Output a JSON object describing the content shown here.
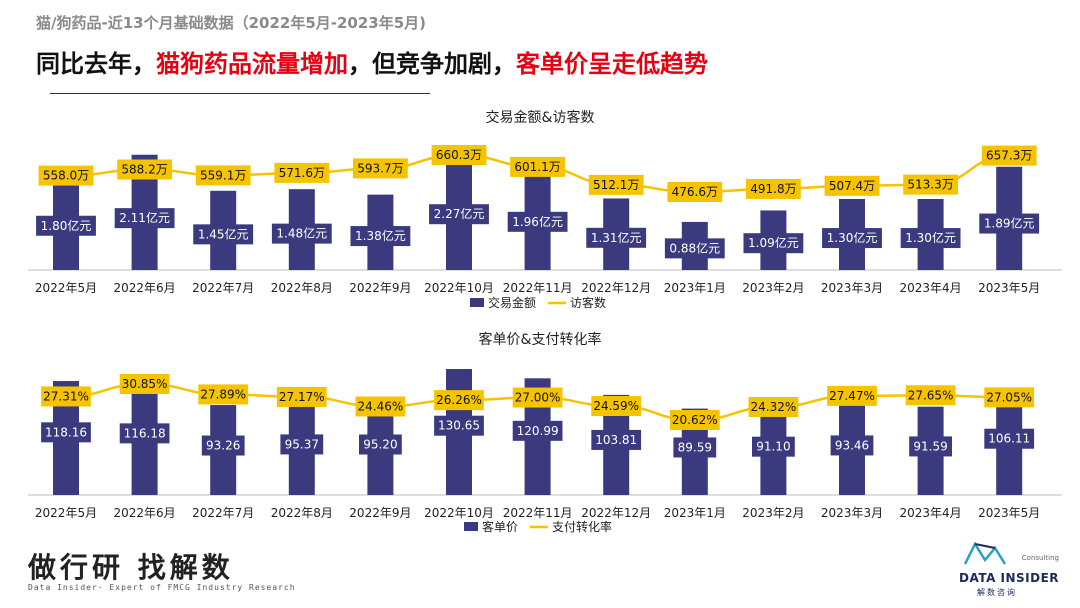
{
  "header": {
    "subtitle": "猫/狗药品-近13个月基础数据（2022年5月-2023年5月)",
    "headline_part1": "同比去年，",
    "headline_red1": "猫狗药品流量增加",
    "headline_part2": "，但竞争加剧，",
    "headline_red2": "客单价呈走低趋势"
  },
  "footer": {
    "slogan": "做行研 找解数",
    "tagline": "Data Insider- Expert of FMCG Industry Research"
  },
  "logo": {
    "consulting": "Consulting",
    "name": "DATA INSIDER",
    "sub": "解数咨询"
  },
  "colors": {
    "bar": "#3b3a7e",
    "line": "#f5c300",
    "label_box": "#f5c300",
    "red": "#e60012"
  },
  "chart_data": [
    {
      "type": "bar+line",
      "title": "交易金额&访客数",
      "categories": [
        "2022年5月",
        "2022年6月",
        "2022年7月",
        "2022年8月",
        "2022年9月",
        "2022年10月",
        "2022年11月",
        "2022年12月",
        "2023年1月",
        "2023年2月",
        "2023年3月",
        "2023年4月",
        "2023年5月"
      ],
      "series": [
        {
          "name": "交易金额",
          "kind": "bar",
          "values": [
            1.8,
            2.11,
            1.45,
            1.48,
            1.38,
            2.27,
            1.96,
            1.31,
            0.88,
            1.09,
            1.3,
            1.3,
            1.89
          ],
          "labels": [
            "1.80亿元",
            "2.11亿元",
            "1.45亿元",
            "1.48亿元",
            "1.38亿元",
            "2.27亿元",
            "1.96亿元",
            "1.31亿元",
            "0.88亿元",
            "1.09亿元",
            "1.30亿元",
            "1.30亿元",
            "1.89亿元"
          ]
        },
        {
          "name": "访客数",
          "kind": "line",
          "values": [
            558.0,
            588.2,
            559.1,
            571.6,
            593.7,
            660.3,
            601.1,
            512.1,
            476.6,
            491.8,
            507.4,
            513.3,
            657.3
          ],
          "labels": [
            "558.0万",
            "588.2万",
            "559.1万",
            "571.6万",
            "593.7万",
            "660.3万",
            "601.1万",
            "512.1万",
            "476.6万",
            "491.8万",
            "507.4万",
            "513.3万",
            "657.3万"
          ]
        }
      ]
    },
    {
      "type": "bar+line",
      "title": "客单价&支付转化率",
      "categories": [
        "2022年5月",
        "2022年6月",
        "2022年7月",
        "2022年8月",
        "2022年9月",
        "2022年10月",
        "2022年11月",
        "2022年12月",
        "2023年1月",
        "2023年2月",
        "2023年3月",
        "2023年4月",
        "2023年5月"
      ],
      "series": [
        {
          "name": "客单价",
          "kind": "bar",
          "values": [
            118.16,
            116.18,
            93.26,
            95.37,
            95.2,
            130.65,
            120.99,
            103.81,
            89.59,
            91.1,
            93.46,
            91.59,
            106.11
          ],
          "labels": [
            "118.16",
            "116.18",
            "93.26",
            "95.37",
            "95.20",
            "130.65",
            "120.99",
            "103.81",
            "89.59",
            "91.10",
            "93.46",
            "91.59",
            "106.11"
          ]
        },
        {
          "name": "支付转化率",
          "kind": "line",
          "values": [
            27.31,
            30.85,
            27.89,
            27.17,
            24.46,
            26.26,
            27.0,
            24.59,
            20.62,
            24.32,
            27.47,
            27.65,
            27.05
          ],
          "labels": [
            "27.31%",
            "30.85%",
            "27.89%",
            "27.17%",
            "24.46%",
            "26.26%",
            "27.00%",
            "24.59%",
            "20.62%",
            "24.32%",
            "27.47%",
            "27.65%",
            "27.05%"
          ]
        }
      ]
    }
  ]
}
